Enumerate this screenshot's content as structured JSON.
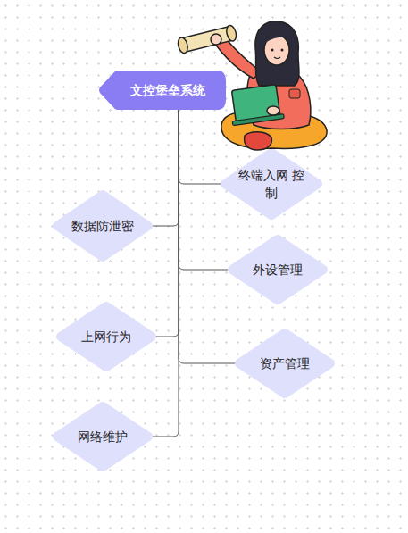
{
  "diagram": {
    "nodes": [
      {
        "text": [
          "文控堡垒系统"
        ]
      },
      {
        "text": [
          "终端入网 控制"
        ]
      },
      {
        "text": [
          "数据防泄密"
        ]
      },
      {
        "text": [
          "外设管理"
        ]
      },
      {
        "text": [
          "上网行为"
        ]
      },
      {
        "text": [
          "资产管理"
        ]
      },
      {
        "text": [
          "网络维护"
        ]
      }
    ],
    "edges": [
      {
        "from": 0,
        "to": 1,
        "arrow": "none"
      },
      {
        "from": 0,
        "to": 2,
        "arrow": "none"
      },
      {
        "from": 0,
        "to": 3,
        "arrow": "none"
      },
      {
        "from": 0,
        "to": 4,
        "arrow": "none"
      },
      {
        "from": 0,
        "to": 5,
        "arrow": "none"
      },
      {
        "from": 0,
        "to": 6,
        "arrow": "none"
      }
    ]
  }
}
